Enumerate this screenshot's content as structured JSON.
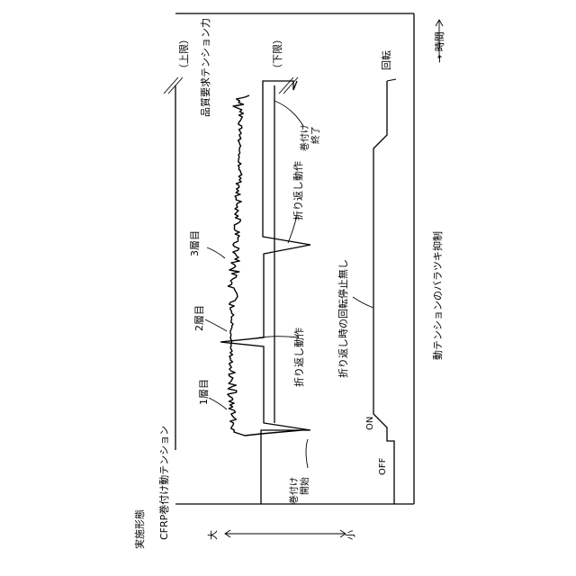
{
  "figure": {
    "title": "実施形態",
    "y_axis_label": "CFRP巻付け動テンション",
    "large": "大",
    "small": "小",
    "time_axis": "→ 時間",
    "quality_tension": "品質要求テンション力",
    "upper_limit": "（上限）",
    "lower_limit": "（下限）",
    "rotation": "回転",
    "on": "ON",
    "off": "OFF",
    "wind_end_1": "巻付け",
    "wind_end_2": "終了",
    "wind_start_1": "巻付け",
    "wind_start_2": "開始",
    "fold_back_action": "折り返し動作",
    "layer_1": "1層目",
    "layer_2": "2層目",
    "layer_3": "3層目",
    "no_stop": "折り返し時の回転停止無し",
    "suppress": "動テンションのバラツキ抑制"
  }
}
